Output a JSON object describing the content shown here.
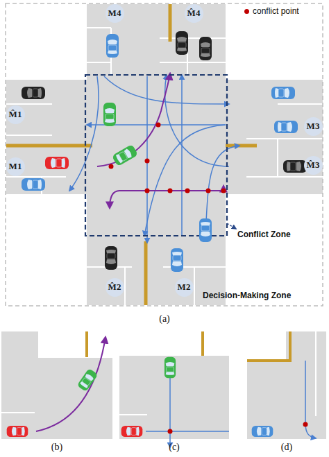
{
  "diagram": {
    "nodes": [
      {
        "text": [
          "M4"
        ]
      },
      {
        "text": [
          "M̂4"
        ]
      },
      {
        "text": [
          "M̂1"
        ]
      },
      {
        "text": [
          "M3"
        ]
      },
      {
        "text": [
          "M1"
        ]
      },
      {
        "text": [
          "M̂3"
        ]
      },
      {
        "text": [
          "M̂2"
        ]
      },
      {
        "text": [
          "M2"
        ]
      }
    ],
    "labels": [
      "Conflict Zone",
      "Decision-Making Zone",
      "(a)",
      "(b)",
      "(c)",
      "(d)"
    ],
    "legend": [
      {
        "text": "conflict point",
        "color": "#c00000"
      }
    ]
  }
}
